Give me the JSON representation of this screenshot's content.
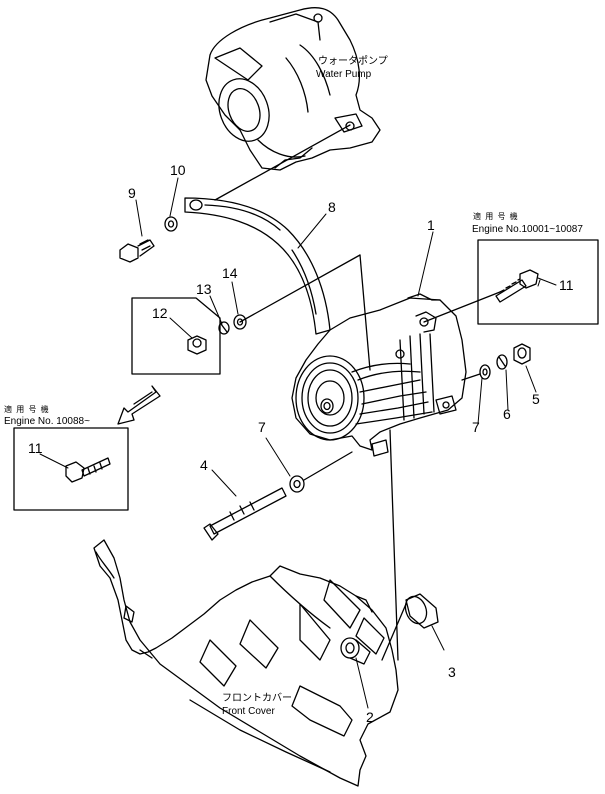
{
  "captions": {
    "water_pump_jp": "ウォータポンプ",
    "water_pump_en": "Water Pump",
    "front_cover_jp": "フロントカバー",
    "front_cover_en": "Front Cover",
    "applicable_jp_right": "適 用 号 機",
    "engine_range_right": "Engine No.10001~10087",
    "applicable_jp_left": "適 用 号 機",
    "engine_range_left": "Engine No. 10088~"
  },
  "callouts": {
    "alternator": "1",
    "spacer": "2",
    "collar": "3",
    "long_bolt": "4",
    "nut": "5",
    "lock_washer": "6",
    "washer_right": "7",
    "washer_center": "7",
    "adjust_bracket": "8",
    "bracket_bolt": "9",
    "bracket_washer": "10",
    "inset_bolt_right": "11",
    "inset_bolt_left": "11",
    "inset_nut": "12",
    "lock_washer_small": "13",
    "washer_small": "14"
  }
}
